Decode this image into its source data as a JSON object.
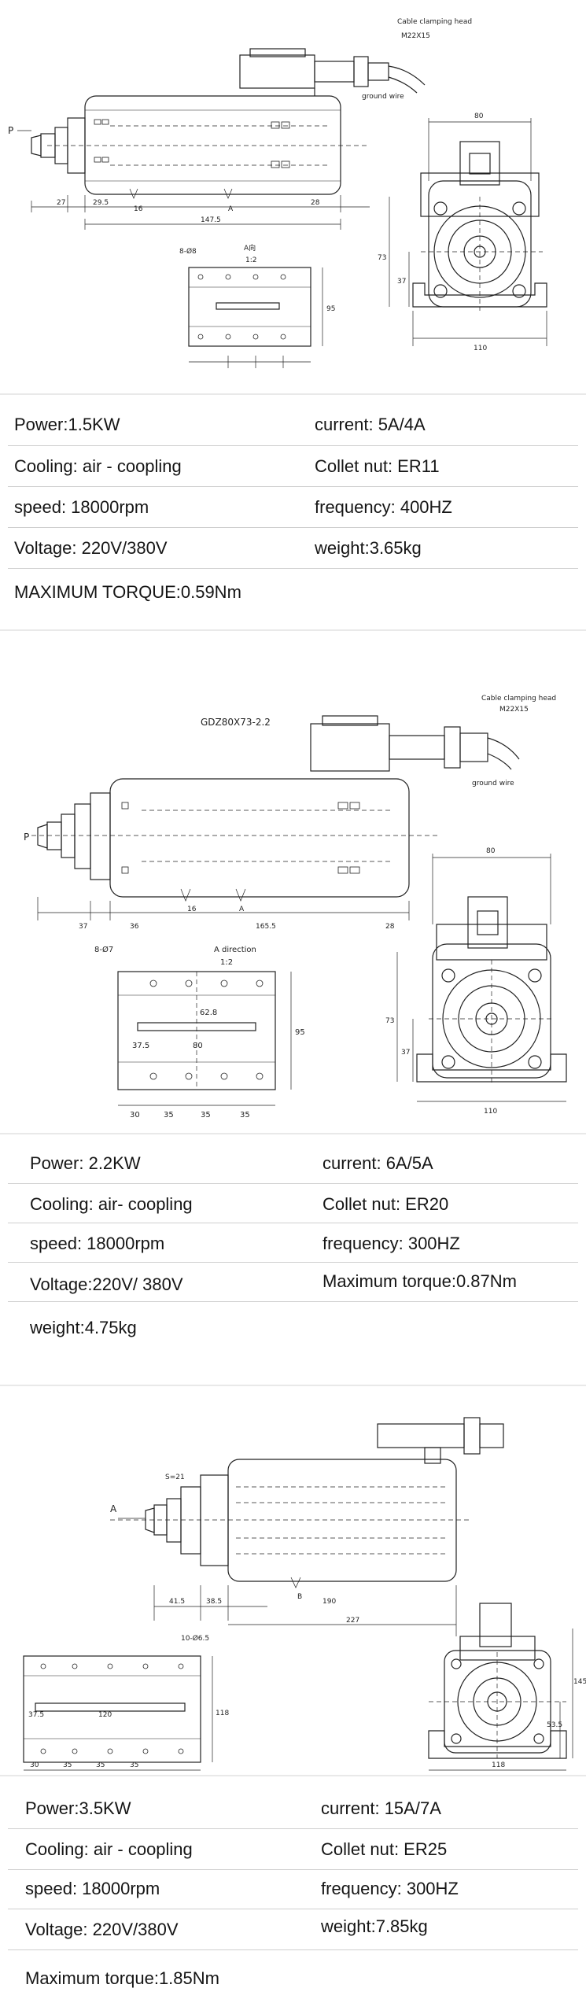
{
  "models": [
    {
      "drawing": {
        "cable_head_label": "Cable clamping head",
        "thread_label": "M22X15",
        "ground_label": "ground wire",
        "p_label": "P",
        "dims": [
          "80",
          "73",
          "37",
          "110",
          "27",
          "29.5",
          "147.5",
          "28",
          "8-Ø8",
          "A向",
          "1:2",
          "95",
          "16",
          "A"
        ]
      },
      "specs": {
        "power": "Power:1.5KW",
        "current": "current: 5A/4A",
        "cooling": "Cooling: air - coopling",
        "collet": "Collet nut: ER11",
        "speed": "speed: 18000rpm",
        "frequency": "frequency: 400HZ",
        "voltage": "Voltage: 220V/380V",
        "weight": "weight:3.65kg",
        "torque": "MAXIMUM TORQUE:0.59Nm"
      }
    },
    {
      "drawing": {
        "model_label": "GDZ80X73-2.2",
        "cable_head_label": "Cable clamping head",
        "thread_label": "M22X15",
        "ground_label": "ground wire",
        "p_label": "P",
        "dims": [
          "37",
          "36",
          "165.5",
          "28",
          "16",
          "A",
          "8-Ø7",
          "A direction",
          "1:2",
          "62.8",
          "37.5",
          "80",
          "95",
          "30",
          "35",
          "35",
          "35",
          "80",
          "73",
          "37",
          "110"
        ]
      },
      "specs": {
        "power": "Power: 2.2KW",
        "current": "current: 6A/5A",
        "cooling": "Cooling: air- coopling",
        "collet": "Collet nut: ER20",
        "speed": "speed: 18000rpm",
        "frequency": "frequency: 300HZ",
        "voltage": "Voltage:220V/ 380V",
        "torque": "Maximum torque:0.87Nm",
        "weight": "weight:4.75kg"
      }
    },
    {
      "drawing": {
        "a_label": "A",
        "dims": [
          "S=21",
          "41.5",
          "38.5",
          "B",
          "190",
          "227",
          "10-Ø6.5",
          "37.5",
          "30",
          "35",
          "35",
          "35",
          "120",
          "118",
          "145",
          "53.5",
          "118"
        ]
      },
      "specs": {
        "power": "Power:3.5KW",
        "current": "current: 15A/7A",
        "cooling": "Cooling: air - coopling",
        "collet": "Collet nut: ER25",
        "speed": "speed: 18000rpm",
        "frequency": "frequency: 300HZ",
        "voltage": "Voltage: 220V/380V",
        "weight": "weight:7.85kg",
        "torque": "Maximum torque:1.85Nm"
      }
    }
  ]
}
